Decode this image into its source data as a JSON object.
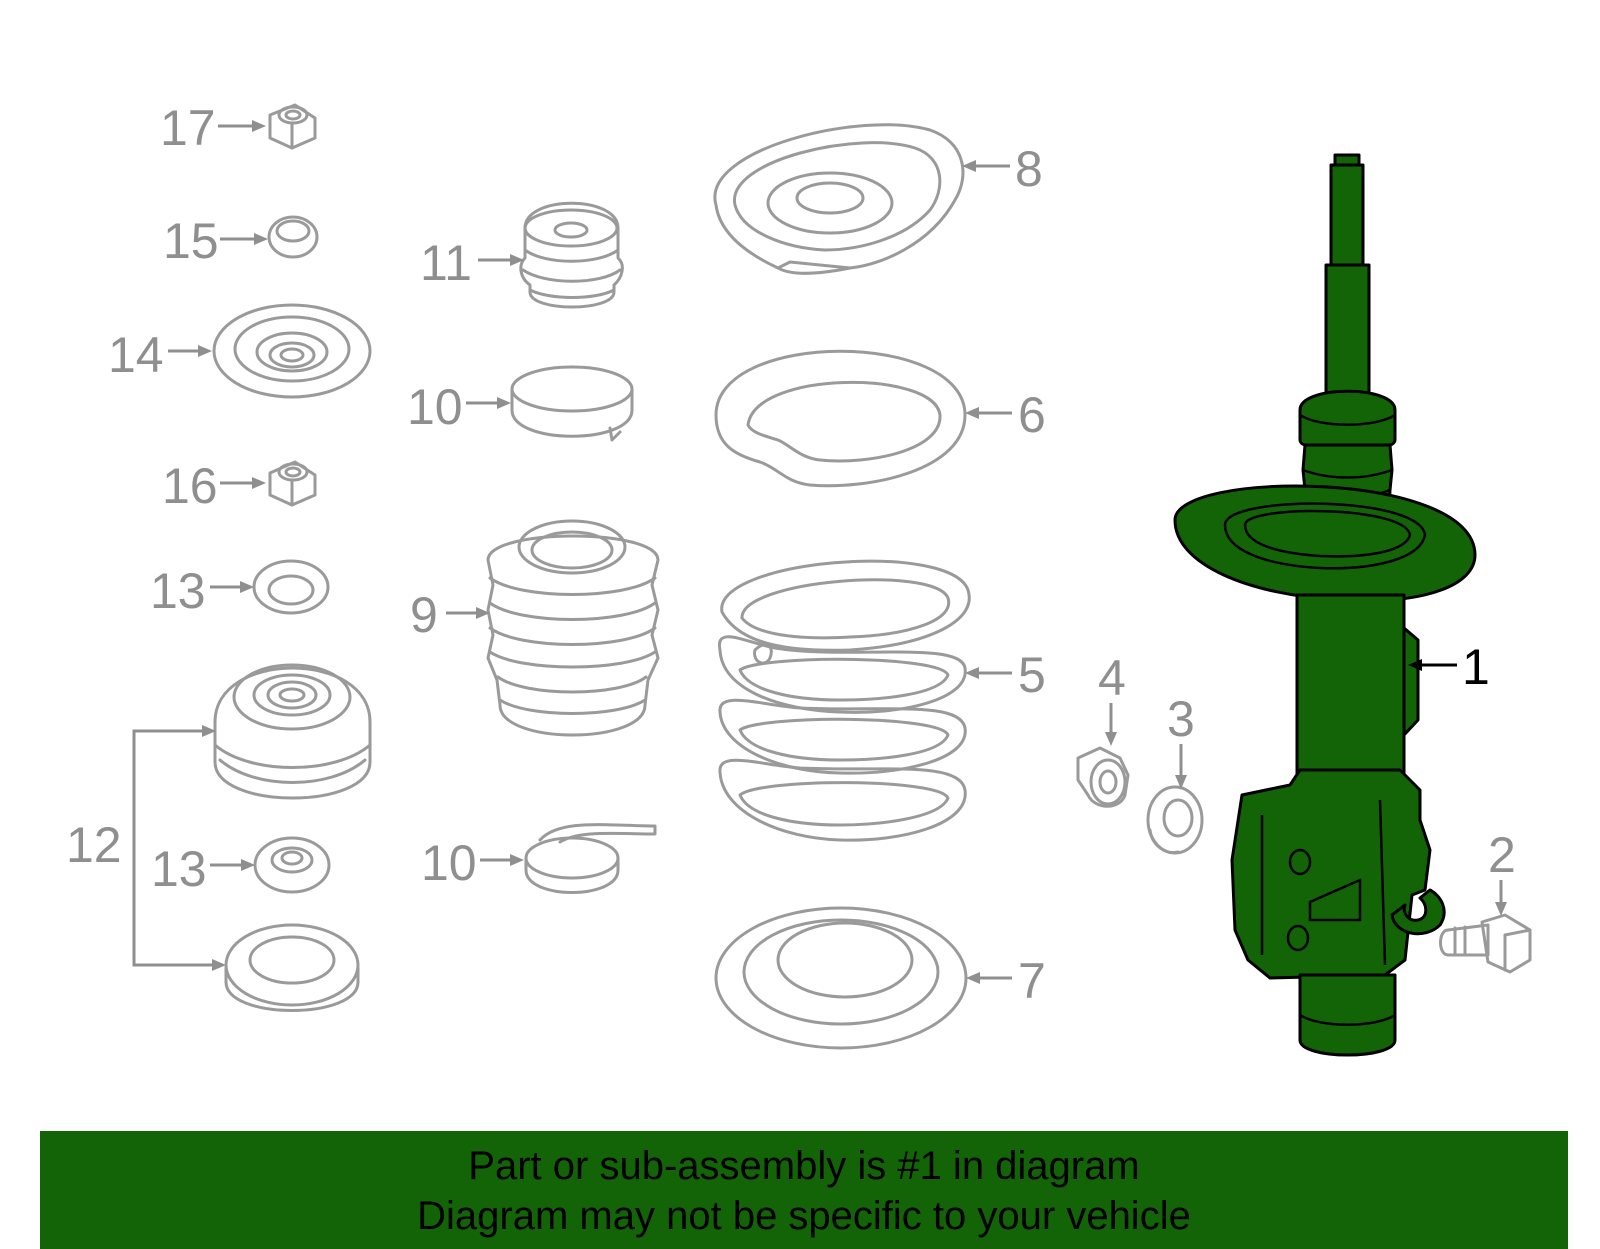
{
  "callouts": {
    "c1": "1",
    "c2": "2",
    "c3": "3",
    "c4": "4",
    "c5": "5",
    "c6": "6",
    "c7": "7",
    "c8": "8",
    "c9": "9",
    "c10a": "10",
    "c10b": "10",
    "c11": "11",
    "c12": "12",
    "c13a": "13",
    "c13b": "13",
    "c14": "14",
    "c15": "15",
    "c16": "16",
    "c17": "17"
  },
  "banner": {
    "line1": "Part or sub-assembly is #1 in diagram",
    "line2": "Diagram may not be specific to your vehicle"
  },
  "colors": {
    "highlight": "#126407",
    "part_outline": "#9a9a9a",
    "label": "#8f8f8f"
  }
}
